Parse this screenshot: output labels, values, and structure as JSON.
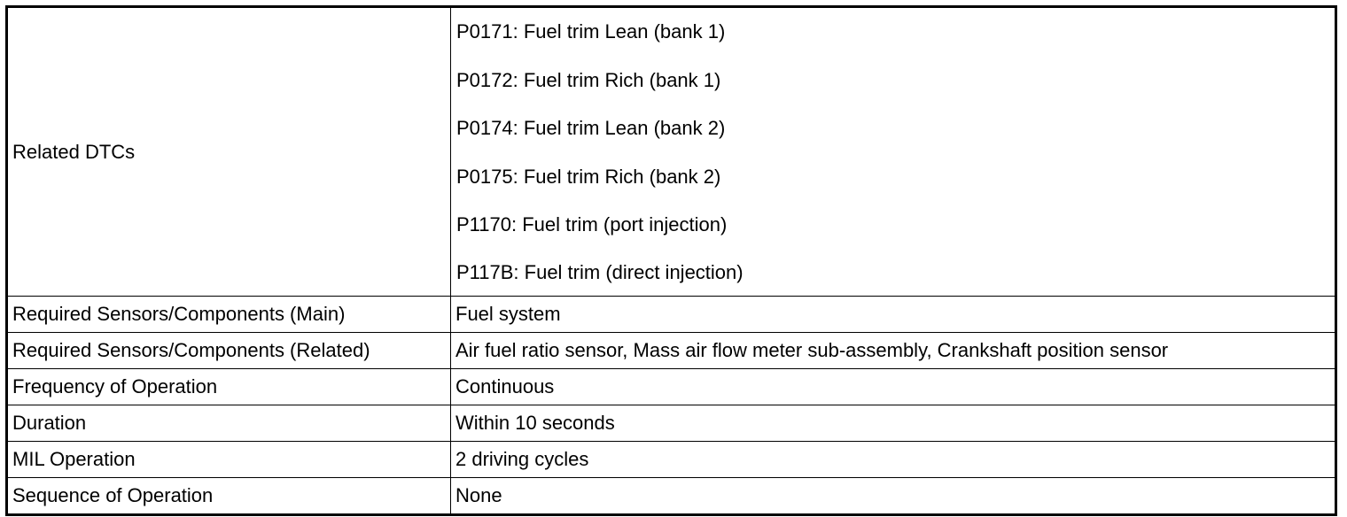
{
  "rows": [
    {
      "label": "Related DTCs",
      "values": [
        "P0171: Fuel trim Lean (bank 1)",
        "P0172: Fuel trim Rich (bank 1)",
        "P0174: Fuel trim Lean (bank 2)",
        "P0175: Fuel trim Rich (bank 2)",
        "P1170: Fuel trim (port injection)",
        "P117B: Fuel trim (direct injection)"
      ]
    },
    {
      "label": "Required Sensors/Components (Main)",
      "value": "Fuel system"
    },
    {
      "label": "Required Sensors/Components (Related)",
      "value": "Air fuel ratio sensor, Mass air flow meter sub-assembly, Crankshaft position sensor"
    },
    {
      "label": "Frequency of Operation",
      "value": "Continuous"
    },
    {
      "label": "Duration",
      "value": "Within 10 seconds"
    },
    {
      "label": "MIL Operation",
      "value": "2 driving cycles"
    },
    {
      "label": "Sequence of Operation",
      "value": "None"
    }
  ]
}
